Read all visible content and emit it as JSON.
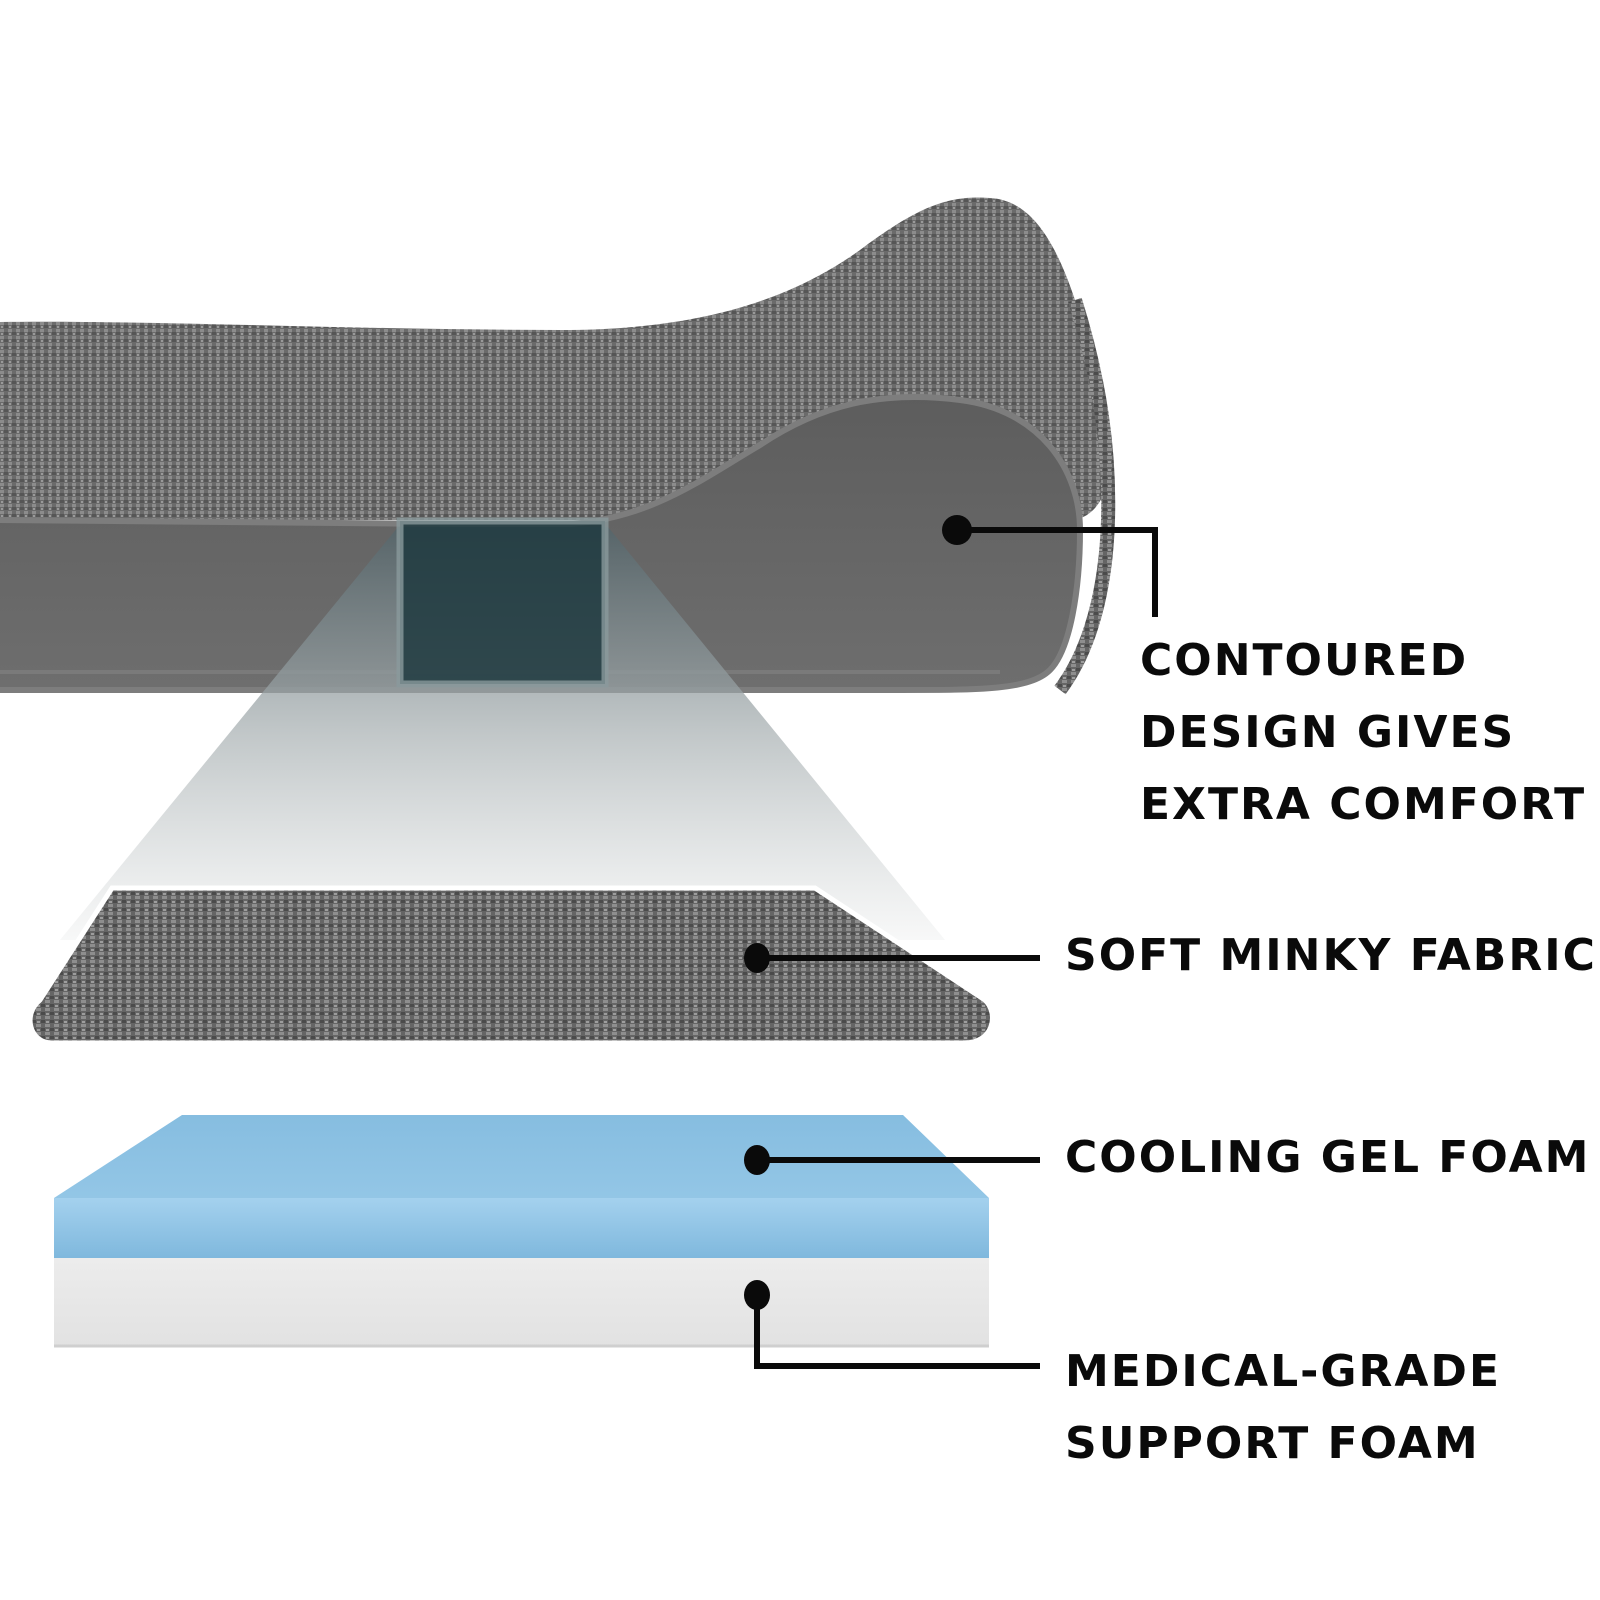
{
  "diagram": {
    "type": "exploded-product-layers",
    "subject": "contoured pet bed",
    "colors": {
      "background": "#ffffff",
      "fabric_gray": "#6e6e6e",
      "fabric_dark": "#4a4a4a",
      "side_panel": "#666666",
      "zoom_box_teal": "#1f3a40",
      "gel_foam_blue": "#8fc3e3",
      "support_foam_white": "#e9e9e9",
      "callout_line": "#0a0a0a",
      "label_text": "#0a0a0a"
    },
    "callouts": [
      {
        "id": "contoured-design",
        "lines": [
          "CONTOURED",
          "DESIGN GIVES",
          "EXTRA COMFORT"
        ],
        "target": "bolster end of bed"
      },
      {
        "id": "minky-fabric",
        "lines": [
          "SOFT MINKY FABRIC"
        ],
        "target": "fabric cover layer"
      },
      {
        "id": "gel-foam",
        "lines": [
          "COOLING GEL FOAM"
        ],
        "target": "blue top foam layer"
      },
      {
        "id": "support-foam",
        "lines": [
          "MEDICAL-GRADE",
          "SUPPORT FOAM"
        ],
        "target": "white base foam layer"
      }
    ]
  }
}
